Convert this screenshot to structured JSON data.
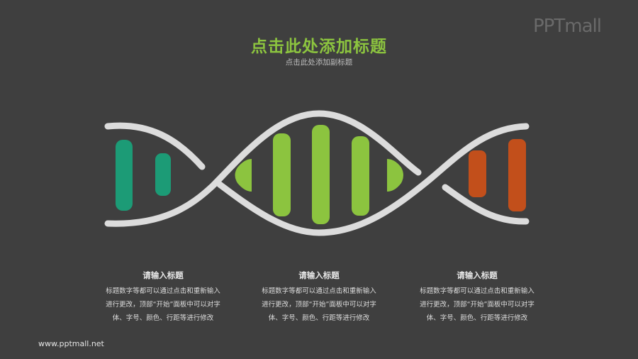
{
  "header": {
    "title": "点击此处添加标题",
    "subtitle": "点击此处添加副标题",
    "logo": "PPTmall"
  },
  "colors": {
    "background": "#3f3f3f",
    "strand": "#dcdcdc",
    "teal": "#1c9b76",
    "green": "#8cc43f",
    "orange": "#c24f1b"
  },
  "diagram": {
    "type": "dna-helix",
    "sections": [
      {
        "color": "teal",
        "bars": 2
      },
      {
        "color": "green",
        "bars": 5
      },
      {
        "color": "orange",
        "bars": 2
      }
    ]
  },
  "blocks": [
    {
      "title": "请输入标题",
      "lines": [
        "标题数字等都可以通过点击和重新输入",
        "进行更改，顶部“开始”面板中可以对字",
        "体、字号、颜色、行距等进行修改"
      ]
    },
    {
      "title": "请输入标题",
      "lines": [
        "标题数字等都可以通过点击和重新输入",
        "进行更改，顶部“开始”面板中可以对字",
        "体、字号、颜色、行距等进行修改"
      ]
    },
    {
      "title": "请输入标题",
      "lines": [
        "标题数字等都可以通过点击和重新输入",
        "进行更改，顶部“开始”面板中可以对字",
        "体、字号、颜色、行距等进行修改"
      ]
    }
  ],
  "footer": {
    "url": "www.pptmall.net"
  }
}
